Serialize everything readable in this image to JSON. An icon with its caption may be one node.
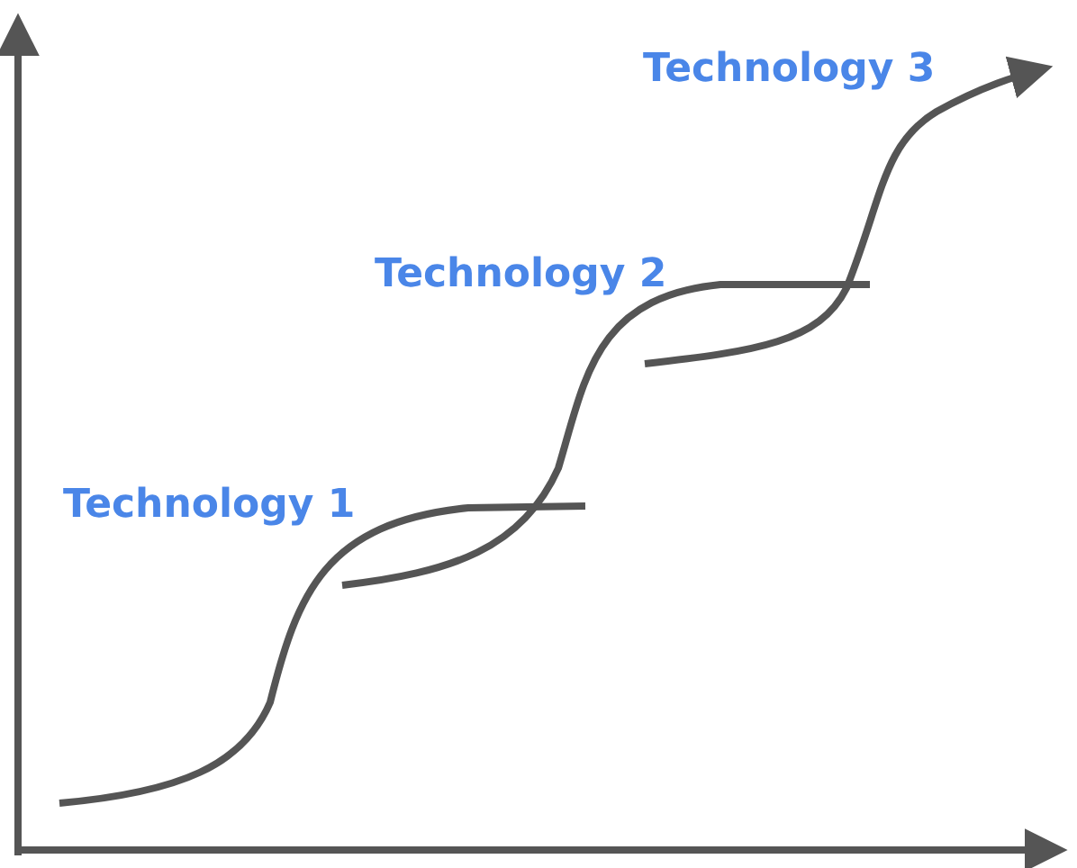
{
  "diagram": {
    "labels": [
      "Technology 3",
      "Technology 2",
      "Technology 1"
    ]
  }
}
